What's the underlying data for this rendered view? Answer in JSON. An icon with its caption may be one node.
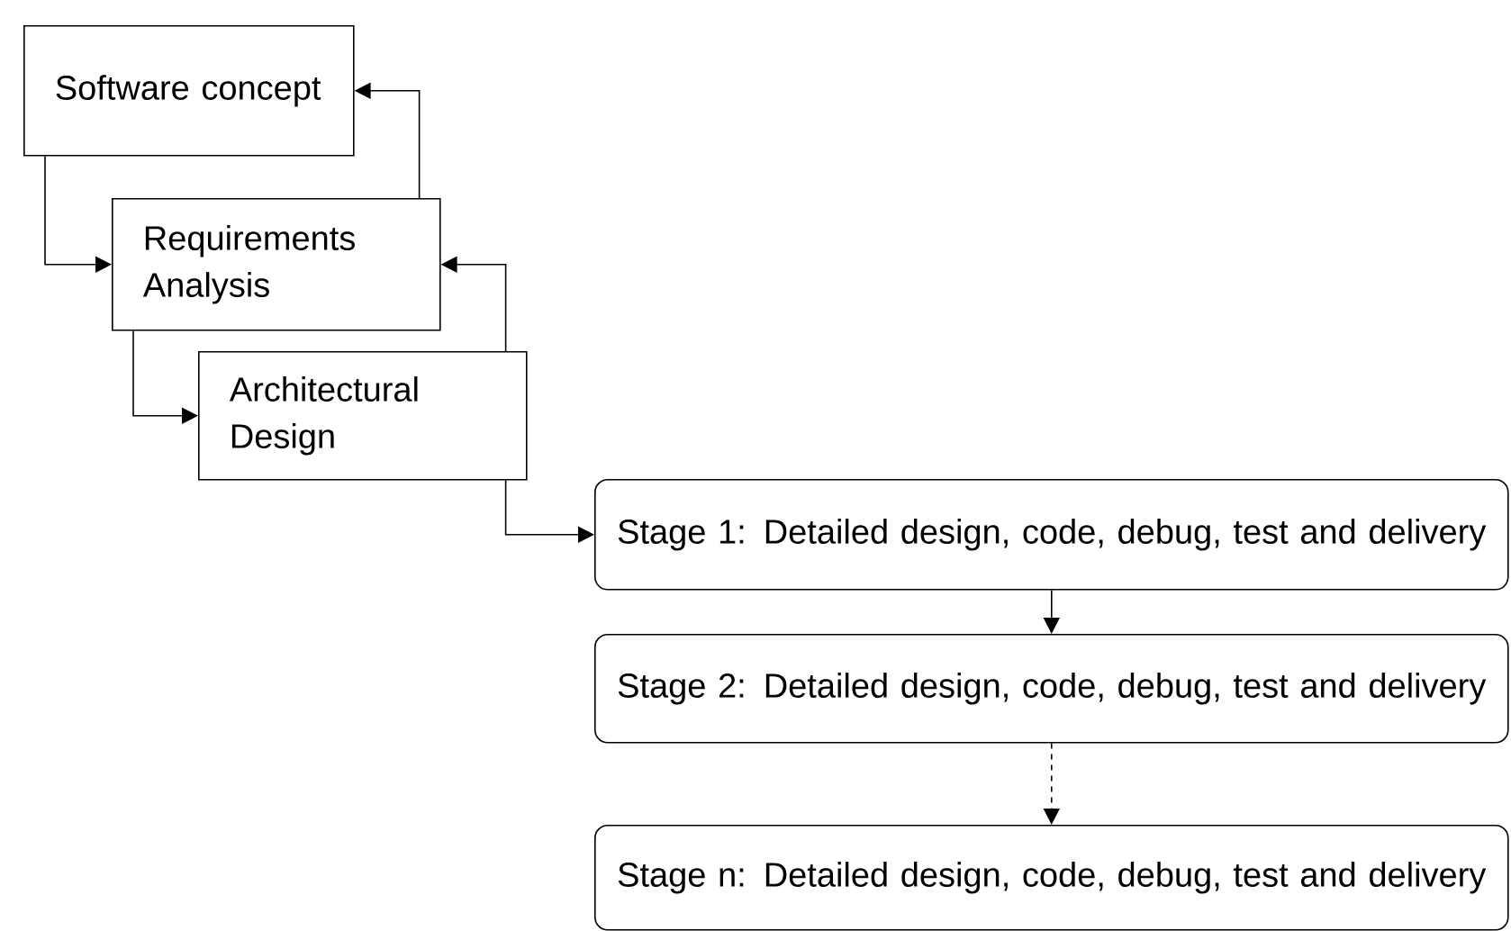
{
  "diagram": {
    "nodes": [
      {
        "text": [
          "Software concept"
        ]
      },
      {
        "text": [
          "Requirements Analysis"
        ]
      },
      {
        "text": [
          "Architectural Design"
        ]
      },
      {
        "text": [
          "Stage 1: Detailed design, code, debug, test and delivery"
        ]
      },
      {
        "text": [
          "Stage 2: Detailed design, code, debug, test and delivery"
        ]
      },
      {
        "text": [
          "Stage n: Detailed design, code, debug, test and delivery"
        ]
      }
    ],
    "edges": [
      {
        "from": 0,
        "to": 1,
        "arrow": "to"
      },
      {
        "from": 1,
        "to": 0,
        "arrow": "to"
      },
      {
        "from": 1,
        "to": 2,
        "arrow": "to"
      },
      {
        "from": 2,
        "to": 1,
        "arrow": "to"
      },
      {
        "from": 2,
        "to": 3,
        "arrow": "to"
      },
      {
        "from": 3,
        "to": 4,
        "arrow": "to"
      },
      {
        "from": 4,
        "to": 5,
        "arrow": "to",
        "style": "dashed"
      }
    ]
  }
}
